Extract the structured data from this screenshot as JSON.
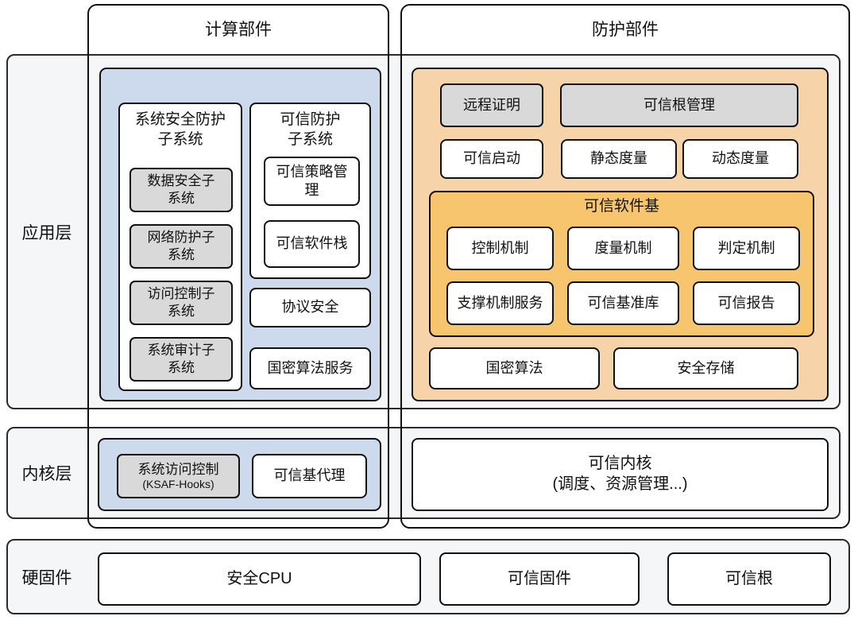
{
  "columns": {
    "computing": "计算部件",
    "protection": "防护部件"
  },
  "layers": {
    "application": "应用层",
    "kernel": "内核层",
    "firmware": "硬固件"
  },
  "computing": {
    "application": {
      "system_security_subsystem": {
        "title": "系统安全防护\n子系统",
        "items": [
          "数据安全子\n系统",
          "网络防护子\n系统",
          "访问控制子\n系统",
          "系统审计子\n系统"
        ]
      },
      "trusted_protection_subsystem": {
        "title": "可信防护\n子系统",
        "items": [
          "可信策略管\n理",
          "可信软件栈"
        ]
      },
      "protocol_security": "协议安全",
      "sm_algorithm_service": "国密算法服务"
    },
    "kernel": {
      "system_access_control": {
        "title": "系统访问控制",
        "subtitle": "(KSAF-Hooks)"
      },
      "trusted_base_agent": "可信基代理"
    }
  },
  "protection": {
    "application": {
      "remote_attestation": "远程证明",
      "trusted_root_management": "可信根管理",
      "trusted_boot": "可信启动",
      "static_measurement": "静态度量",
      "dynamic_measurement": "动态度量",
      "trusted_software_base": {
        "title": "可信软件基",
        "row1": [
          "控制机制",
          "度量机制",
          "判定机制"
        ],
        "row2": [
          "支撑机制服务",
          "可信基准库",
          "可信报告"
        ]
      },
      "sm_algorithm": "国密算法",
      "secure_storage": "安全存储"
    },
    "kernel": {
      "trusted_kernel": "可信内核\n(调度、资源管理...)"
    }
  },
  "firmware": {
    "secure_cpu": "安全CPU",
    "trusted_firmware": "可信固件",
    "trusted_root": "可信根"
  },
  "colors": {
    "blue_panel": "#cdd9ec",
    "orange_panel": "#f6d3a8",
    "gold_panel": "#f7c56d",
    "gray_box": "#d9d9d9",
    "band_background": "#f5f6f7",
    "border": "#111111"
  }
}
